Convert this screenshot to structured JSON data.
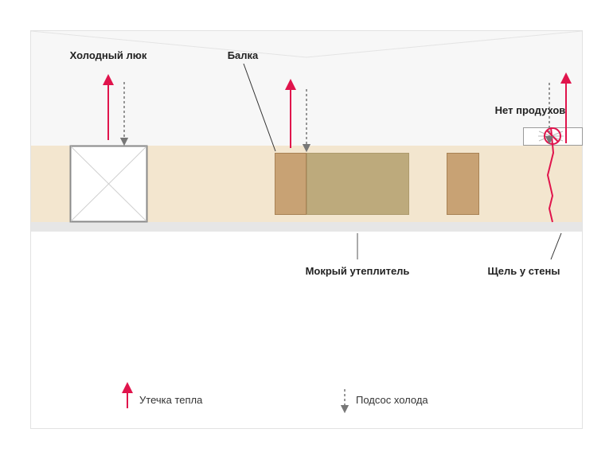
{
  "labels": {
    "cold_hatch": "Холодный люк",
    "beam": "Балка",
    "no_vents": "Нет продухов",
    "wet_insulation": "Мокрый утеплитель",
    "wall_gap": "Щель у стены"
  },
  "legend": {
    "heat_leak": "Утечка тепла",
    "cold_draft": "Подсос холода"
  },
  "colors": {
    "heat_arrow": "#e0144c",
    "cold_arrow": "#777777",
    "insulation": "#f3e6cf",
    "beam": "#c8a274",
    "wet_insulation": "#bdaa7c",
    "ceiling_board": "#e6e6e6",
    "attic_space": "#f7f7f7"
  },
  "icons": {
    "hatch": "crossed-box",
    "vent": "blocked-vent-icon"
  }
}
